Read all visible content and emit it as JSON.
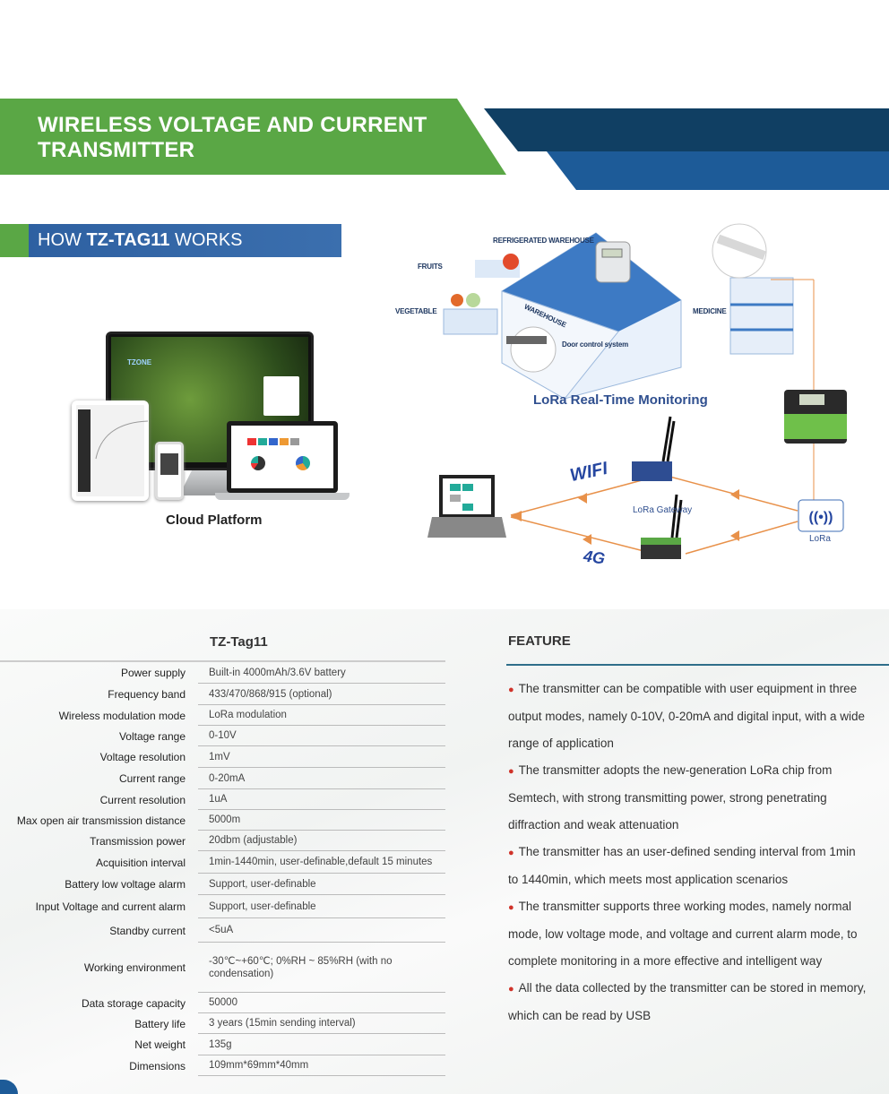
{
  "header": {
    "title_line1": "WIRELESS VOLTAGE AND CURRENT",
    "title_line2": "TRANSMITTER"
  },
  "how": {
    "prefix": "HOW ",
    "model": "TZ-TAG11",
    "suffix": " WORKS"
  },
  "cloud": {
    "label": "Cloud Platform",
    "brand": "TZONE"
  },
  "diagram": {
    "refrigerated": "REFRIGERATED WAREHOUSE",
    "fruits": "FRUITS",
    "vegetable": "VEGETABLE",
    "warehouse": "WAREHOUSE",
    "door": "Door control system",
    "medicine": "MEDICINE",
    "title": "LoRa Real-Time Monitoring",
    "wifi": "WIFI",
    "g4": "4G",
    "gateway": "LoRa Gateway",
    "lora": "LoRa"
  },
  "spec": {
    "model": "TZ-Tag11",
    "rows": [
      {
        "k": "Power supply",
        "v": "Built-in 4000mAh/3.6V battery"
      },
      {
        "k": "Frequency band",
        "v": "433/470/868/915 (optional)"
      },
      {
        "k": "Wireless modulation mode",
        "v": "LoRa modulation"
      },
      {
        "k": "Voltage range",
        "v": "0-10V"
      },
      {
        "k": "Voltage resolution",
        "v": "1mV"
      },
      {
        "k": "Current range",
        "v": "0-20mA"
      },
      {
        "k": "Current resolution",
        "v": "1uA"
      },
      {
        "k": "Max open air transmission distance",
        "v": "5000m"
      },
      {
        "k": "Transmission power",
        "v": "20dbm (adjustable)"
      },
      {
        "k": "Acquisition interval",
        "v": "1min-1440min, user-definable,default 15 minutes"
      },
      {
        "k": "Battery low voltage alarm",
        "v": "Support, user-definable"
      },
      {
        "k": "Input Voltage and current alarm",
        "v": "Support, user-definable"
      },
      {
        "k": "Standby current",
        "v": "<5uA"
      },
      {
        "k": "Working environment",
        "v": "-30℃~+60℃; 0%RH ~ 85%RH (with no condensation)"
      },
      {
        "k": "Data storage capacity",
        "v": "50000"
      },
      {
        "k": "Battery life",
        "v": "3 years (15min sending interval)"
      },
      {
        "k": "Net weight",
        "v": "135g"
      },
      {
        "k": "Dimensions",
        "v": "109mm*69mm*40mm"
      }
    ]
  },
  "feature": {
    "title": "FEATURE",
    "items": [
      "The transmitter can be compatible with user equipment in three output modes, namely 0-10V, 0-20mA and digital input, with a wide range of application",
      "The transmitter adopts the new-generation LoRa chip from Semtech, with strong transmitting power, strong penetrating diffraction and weak attenuation",
      "The transmitter has an user-defined sending interval from 1min to 1440min, which meets most application scenarios",
      "The transmitter supports three working modes, namely normal mode, low voltage mode, and voltage and current alarm mode, to complete monitoring in a more effective and intelligent way",
      "All the data collected by the transmitter can be stored in memory, which can be read  by USB"
    ]
  },
  "colors": {
    "green": "#5aa745",
    "navy": "#103f63",
    "blue": "#1d5b98",
    "orange": "#e8914a",
    "bullet": "#d0332a"
  }
}
